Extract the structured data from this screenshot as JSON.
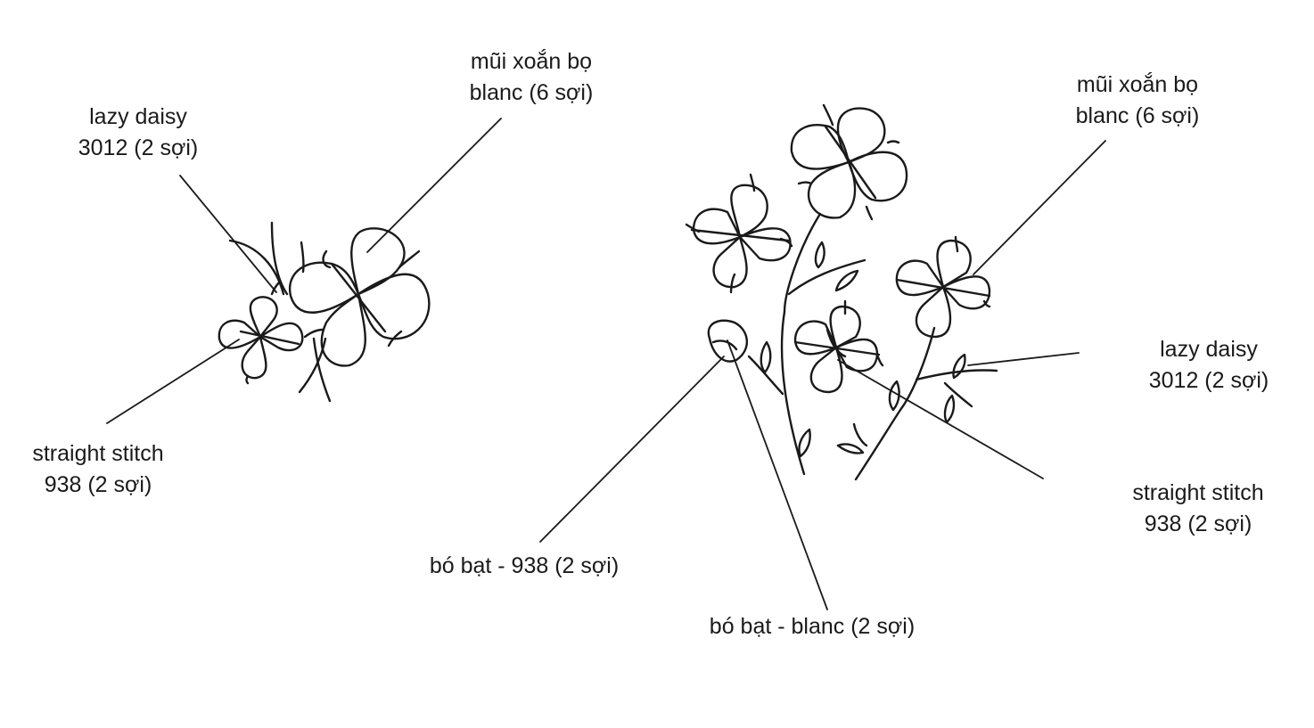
{
  "left_motif": {
    "label_bullion": {
      "line1": "mũi xoắn bọ",
      "line2": "blanc (6 sợi)"
    },
    "label_lazy_daisy": {
      "line1": "lazy daisy",
      "line2": "3012 (2 sợi)"
    },
    "label_straight": {
      "line1": "straight stitch",
      "line2": "938 (2 sợi)"
    }
  },
  "right_motif": {
    "label_bullion": {
      "line1": "mũi xoắn bọ",
      "line2": "blanc (6 sợi)"
    },
    "label_lazy_daisy": {
      "line1": "lazy daisy",
      "line2": "3012 (2 sợi)"
    },
    "label_straight": {
      "line1": "straight stitch",
      "line2": "938 (2 sợi)"
    },
    "label_satin_938": {
      "text": "bó bạt - 938 (2 sợi)"
    },
    "label_satin_blanc": {
      "text": "bó bạt - blanc (2 sợi)"
    }
  },
  "colors": {
    "ink": "#1a1a1a",
    "background": "#ffffff"
  }
}
